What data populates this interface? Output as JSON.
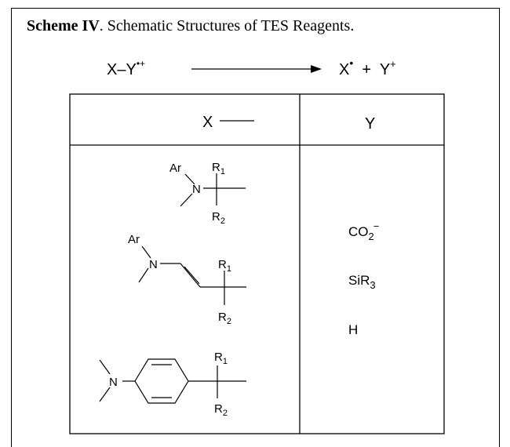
{
  "caption": {
    "label": "Scheme IV",
    "text": ".  Schematic Structures of TES Reagents."
  },
  "reaction": {
    "reactant": "X–Y",
    "reactant_charge": "•+",
    "product_x": "X",
    "product_x_mark": "•",
    "plus": "+",
    "product_y": "Y",
    "product_y_charge": "+"
  },
  "table": {
    "header_x": "X",
    "header_y": "Y",
    "y_options": [
      {
        "base": "CO",
        "sub": "2",
        "sup": "−"
      },
      {
        "base": "SiR",
        "sub": "3",
        "sup": ""
      },
      {
        "base": "H",
        "sub": "",
        "sup": ""
      }
    ]
  },
  "atoms": {
    "ar": "Ar",
    "n": "N",
    "r": "R",
    "one": "1",
    "two": "2"
  }
}
